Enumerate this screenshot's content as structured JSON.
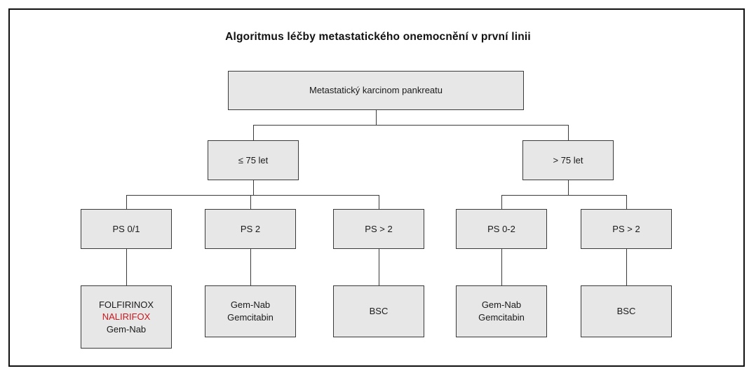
{
  "title": "Algoritmus léčby metastatického onemocnění v první linii",
  "colors": {
    "box_fill": "#e7e7e7",
    "box_border": "#3a3a3a",
    "connector": "#3a3a3a",
    "highlight_text": "#c8191f"
  },
  "nodes": {
    "root": {
      "label": "Metastatický karcinom pankreatu"
    },
    "age_le75": {
      "label": "≤ 75 let"
    },
    "age_gt75": {
      "label": "> 75 let"
    },
    "ps_01": {
      "label": "PS 0/1"
    },
    "ps_2": {
      "label": "PS 2"
    },
    "ps_gt2_left": {
      "label": "PS > 2"
    },
    "ps_02": {
      "label": "PS 0-2"
    },
    "ps_gt2_right": {
      "label": "PS > 2"
    },
    "tx_ps01": {
      "lines": [
        "FOLFIRINOX",
        "NALIRIFOX",
        "Gem-Nab"
      ],
      "highlighted_line": "NALIRIFOX"
    },
    "tx_ps2": {
      "lines": [
        "Gem-Nab",
        "Gemcitabin"
      ]
    },
    "tx_psgt2_left": {
      "label": "BSC"
    },
    "tx_ps02": {
      "lines": [
        "Gem-Nab",
        "Gemcitabin"
      ]
    },
    "tx_psgt2_right": {
      "label": "BSC"
    }
  }
}
